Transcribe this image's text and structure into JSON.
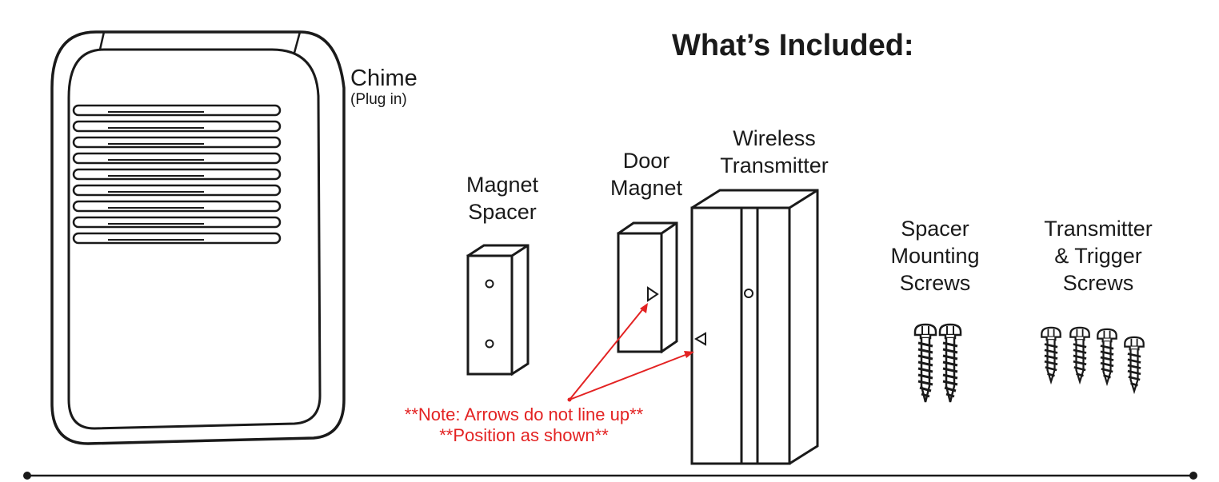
{
  "title": "What’s Included:",
  "chime": {
    "name": "Chime",
    "sub": "(Plug in)"
  },
  "magnet_spacer": {
    "line1": "Magnet",
    "line2": "Spacer"
  },
  "door_magnet": {
    "line1": "Door",
    "line2": "Magnet"
  },
  "wireless_transmitter": {
    "line1": "Wireless",
    "line2": "Transmitter"
  },
  "spacer_screws": {
    "line1": "Spacer",
    "line2": "Mounting",
    "line3": "Screws"
  },
  "transmitter_screws": {
    "line1": "Transmitter",
    "line2": "& Trigger",
    "line3": "Screws"
  },
  "note": {
    "line1": "**Note: Arrows do not line up**",
    "line2": "**Position as shown**"
  },
  "colors": {
    "ink": "#1a1a1a",
    "note": "#e32222"
  }
}
